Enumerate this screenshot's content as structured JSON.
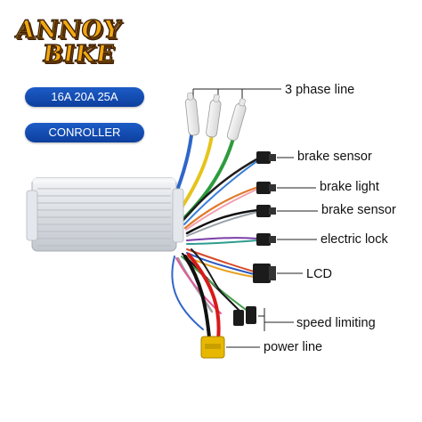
{
  "brand": {
    "line1": "ANNOY",
    "line2": "BIKE"
  },
  "badges": {
    "ratings": "16A 20A 25A",
    "product": "CONROLLER"
  },
  "labels": {
    "phase": "3 phase line",
    "brake_sensor_1": "brake sensor",
    "brake_light": "brake light",
    "brake_sensor_2": "brake sensor",
    "electric_lock": "electric lock",
    "lcd": "LCD",
    "speed_limiting": "speed limiting",
    "power_line": "power line"
  },
  "colors": {
    "badge_blue": "#1250b4",
    "logo_orange": "#f2a712",
    "connector_yellow": "#e8b800"
  }
}
